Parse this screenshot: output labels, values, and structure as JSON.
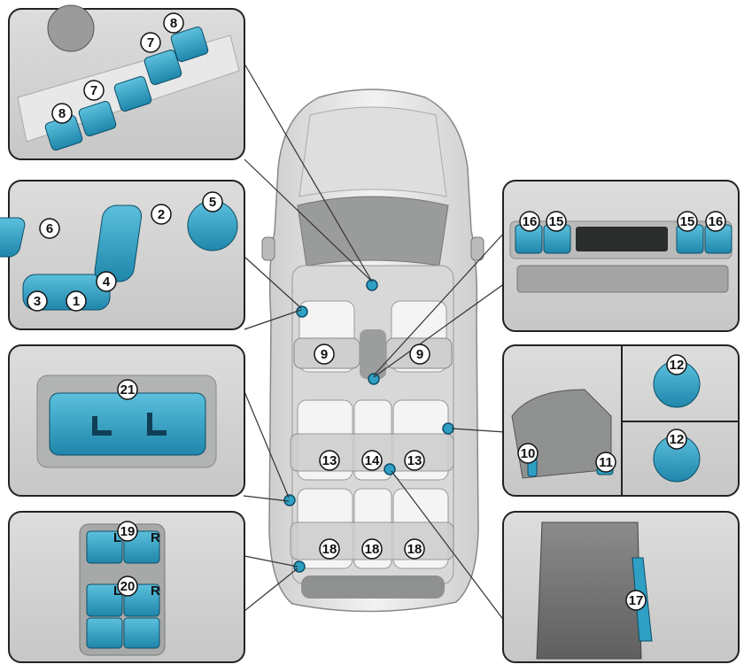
{
  "figure": {
    "accent_color": "#2fa0c4",
    "panel_fill": "#d4d5d4",
    "panel_border": "#222222",
    "car_fill": "#e9e9e9"
  },
  "callouts": [
    {
      "id": "c8a",
      "label": "8"
    },
    {
      "id": "c7a",
      "label": "7"
    },
    {
      "id": "c7b",
      "label": "7"
    },
    {
      "id": "c8b",
      "label": "8"
    },
    {
      "id": "c6",
      "label": "6"
    },
    {
      "id": "c2",
      "label": "2"
    },
    {
      "id": "c5",
      "label": "5"
    },
    {
      "id": "c3",
      "label": "3"
    },
    {
      "id": "c1",
      "label": "1"
    },
    {
      "id": "c4",
      "label": "4"
    },
    {
      "id": "c21",
      "label": "21"
    },
    {
      "id": "c19",
      "label": "19"
    },
    {
      "id": "c20",
      "label": "20"
    },
    {
      "id": "c16a",
      "label": "16"
    },
    {
      "id": "c15a",
      "label": "15"
    },
    {
      "id": "c15b",
      "label": "15"
    },
    {
      "id": "c16b",
      "label": "16"
    },
    {
      "id": "c10",
      "label": "10"
    },
    {
      "id": "c11",
      "label": "11"
    },
    {
      "id": "c12a",
      "label": "12"
    },
    {
      "id": "c12b",
      "label": "12"
    },
    {
      "id": "c17",
      "label": "17"
    },
    {
      "id": "c9a",
      "label": "9"
    },
    {
      "id": "c9b",
      "label": "9"
    },
    {
      "id": "c13a",
      "label": "13"
    },
    {
      "id": "c14",
      "label": "14"
    },
    {
      "id": "c13b",
      "label": "13"
    },
    {
      "id": "c18a",
      "label": "18"
    },
    {
      "id": "c18b",
      "label": "18"
    },
    {
      "id": "c18c",
      "label": "18"
    }
  ],
  "switch_letters": {
    "l1": "L",
    "r1": "R",
    "l2": "L",
    "r2": "R"
  }
}
